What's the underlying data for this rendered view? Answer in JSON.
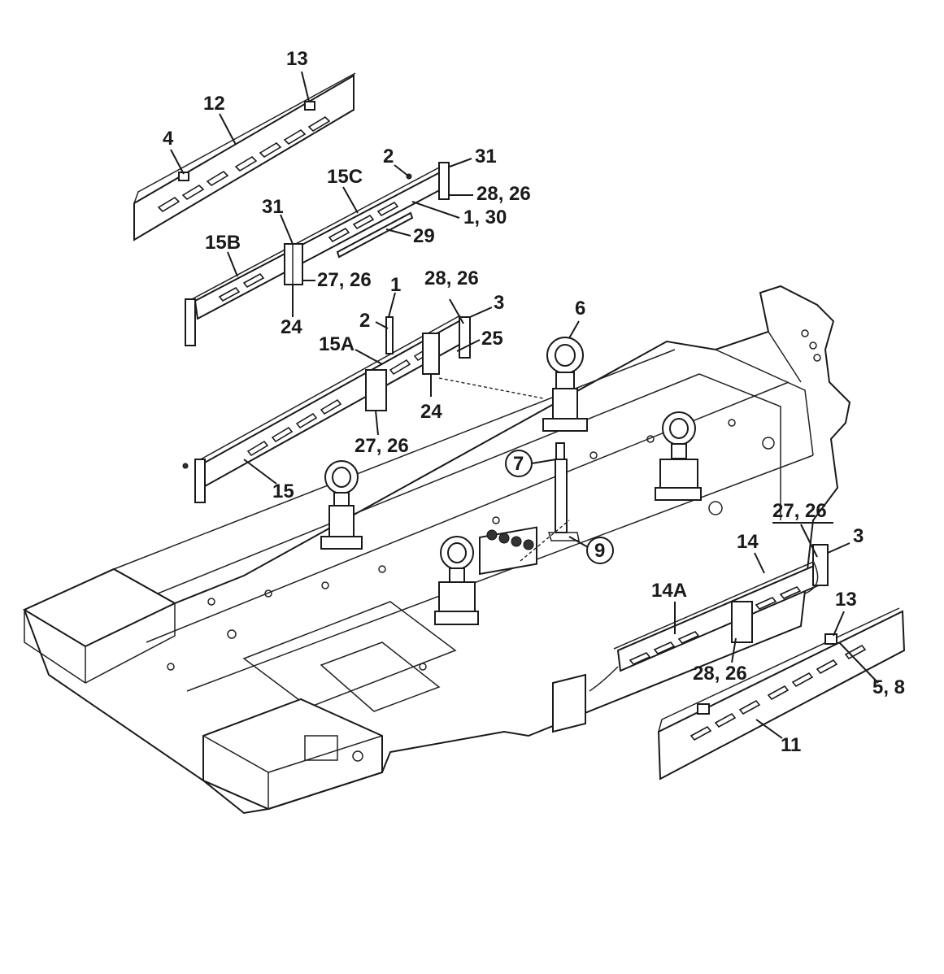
{
  "labels": {
    "l13_top": "13",
    "l12": "12",
    "l4": "4",
    "l2_top": "2",
    "l31_top": "31",
    "l28_26_top": "28, 26",
    "l15C": "15C",
    "l1_30": "1, 30",
    "l31_mid": "31",
    "l29": "29",
    "l15B": "15B",
    "l27_26_top": "27, 26",
    "l24_top": "24",
    "l1": "1",
    "l28_26_mid": "28, 26",
    "l3_top": "3",
    "l6": "6",
    "l2_mid": "2",
    "l15A": "15A",
    "l25": "25",
    "l24_mid": "24",
    "l27_26_mid": "27, 26",
    "l7": "7",
    "l15": "15",
    "l9": "9",
    "l27_26_right": "27, 26",
    "l3_right": "3",
    "l14": "14",
    "l14A": "14A",
    "l13_right": "13",
    "l28_26_bottom": "28, 26",
    "l5_8": "5, 8",
    "l11": "11"
  }
}
